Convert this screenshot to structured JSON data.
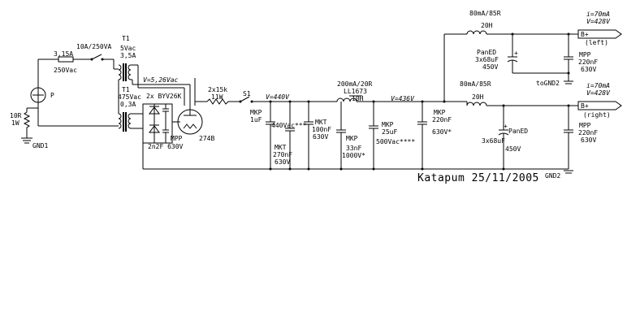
{
  "labels": {
    "fuse1": "3,15A",
    "fuse1_rating": "250Vac",
    "switch_main": "10A/250VA",
    "t1_top": "T1",
    "t1_5vac": "5Vac",
    "t1_3a5": "3,5A",
    "v526": "V=5,26Vac",
    "t1_mid": "T1",
    "t1_475": "475Vac",
    "t1_03a": "0,3A",
    "bridge": "2x BYV26K",
    "mpp_small": "MPP",
    "mpp_small_val": "2n2F 630V",
    "tube": "274B",
    "pilot_lamp": "P",
    "r10": "10R",
    "r10_w": "1W",
    "gnd1": "GND1",
    "r2x15k": "2x15k",
    "r11w": "11W",
    "s1": "S1",
    "v440": "V=440V",
    "mkp1": "MKP",
    "mkp1_val": "1uF",
    "v440vac": "440Vac***",
    "mkt270": "MKT",
    "mkt270_v": "270nF",
    "mkt270_w": "630V",
    "mkt100": "MKT",
    "mkt100_v": "100nF",
    "mkt100_w": "630V",
    "ind_spec": "200mA/20R",
    "ind_part": "LL1673",
    "ind_val": "10H",
    "mkp33": "MKP",
    "mkp33_v": "33nF",
    "mkp33_w": "1000V*",
    "mkp25": "MKP",
    "mkp25_v": "25uF",
    "mkp25_w": "500Vac****",
    "v436": "V=436V",
    "mkp220": "MKP",
    "mkp220_v": "220nF",
    "mkp220_w": "630V*",
    "choke_l_spec": "80mA/85R",
    "choke_l": "20H",
    "paned_l": "PanED",
    "paned_l_v": "3x68uF",
    "paned_l_w": "450V",
    "mpp_l": "MPP",
    "mpp_l_v": "220nF",
    "mpp_l_w": "630V",
    "togn d2": "",
    "togn": "toGND2",
    "choke_r_spec": "80mA/85R",
    "choke_r": "20H",
    "paned_r": "PanED",
    "paned_r_v": "3x68uF",
    "paned_r_w": "450V",
    "mpp_r": "MPP",
    "mpp_r_v": "220nF",
    "mpp_r_w": "630V",
    "gnd2": "GND2",
    "i_l": "i=70mA",
    "v_l": "V=428V",
    "bplus_l": "B+",
    "left": "(left)",
    "i_r": "i=70mA",
    "v_r": "V=428V",
    "bplus_r": "B+",
    "right": "(right)",
    "signature": "Katapum 25/11/2005",
    "plus": "+"
  }
}
